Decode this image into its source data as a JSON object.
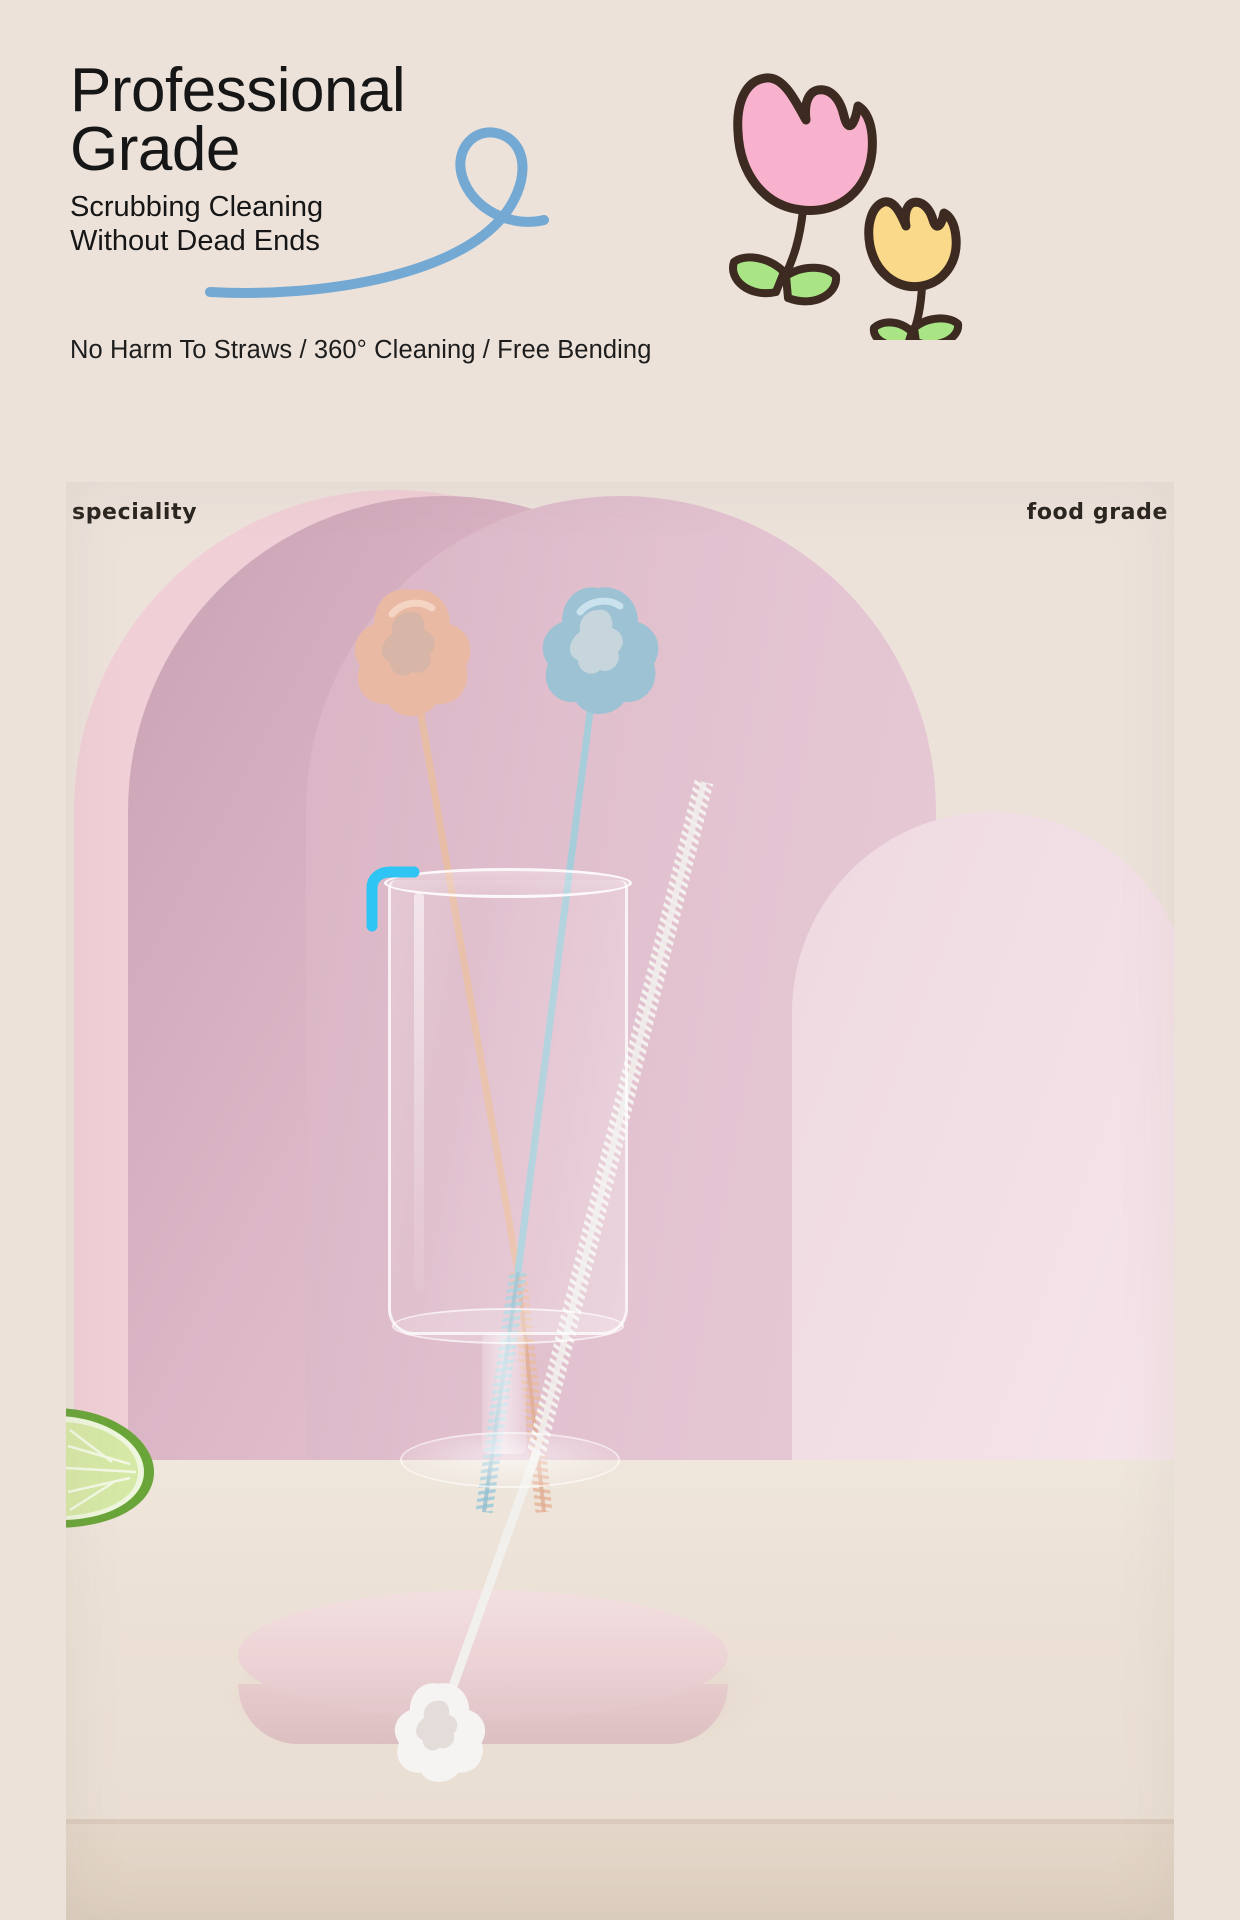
{
  "header": {
    "title": "Professional\nGrade",
    "subtitle": "Scrubbing Cleaning\nWithout Dead Ends",
    "feature_line": "No Harm To Straws / 360° Cleaning / Free Bending",
    "swoosh_color": "#74a9d4",
    "decor": {
      "tulip_pink_color": "#f9b2cd",
      "tulip_yellow_color": "#fbd98a",
      "leaf_color": "#a9e584",
      "outline_color": "#3d2a21"
    }
  },
  "photo": {
    "label_left": "speciality",
    "label_right": "food grade",
    "background_arch_color": "#d9b4c4",
    "background_arch_pink": "#f0cfd6",
    "marker_color": "#2ec4f3",
    "marker_icon": "bent-straw-icon",
    "products": [
      {
        "name": "straw-brush-peach",
        "head_color": "#e9b9a4",
        "stem_color": "#e8bda6"
      },
      {
        "name": "straw-brush-blue",
        "head_color": "#9cc2d4",
        "stem_color": "#a8cdda"
      },
      {
        "name": "straw-brush-white",
        "head_color": "#f4f2ef",
        "stem_color": "#f2f0ec"
      }
    ],
    "props": {
      "glass": "stemmed-glass",
      "coaster": "round-coaster",
      "fruit": "lime-half",
      "lime_rind_color": "#6aa53a",
      "lime_flesh_color": "#d6e8a6"
    }
  }
}
